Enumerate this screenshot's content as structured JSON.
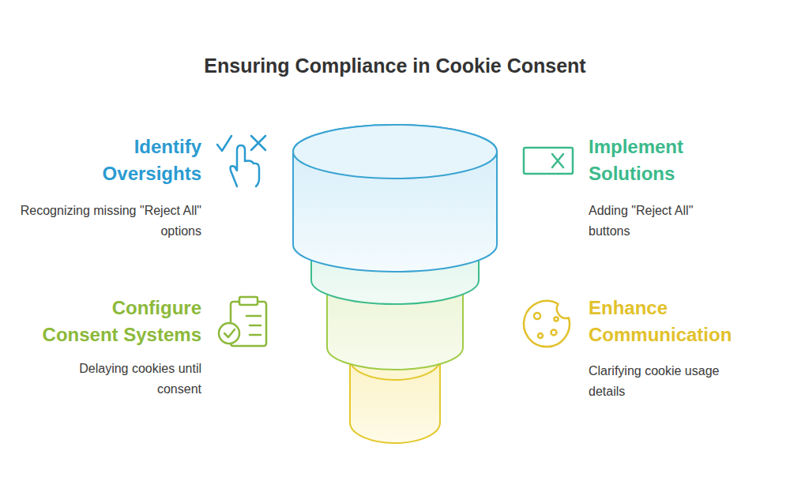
{
  "diagram": {
    "title": "Ensuring Compliance in Cookie Consent",
    "labels": [
      "Identify Oversights",
      "Recognizing missing \"Reject All\" options",
      "Implement Solutions",
      "Adding \"Reject All\" buttons",
      "Configure Consent Systems",
      "Delaying cookies until consent",
      "Enhance Communication",
      "Clarifying cookie usage details"
    ]
  }
}
